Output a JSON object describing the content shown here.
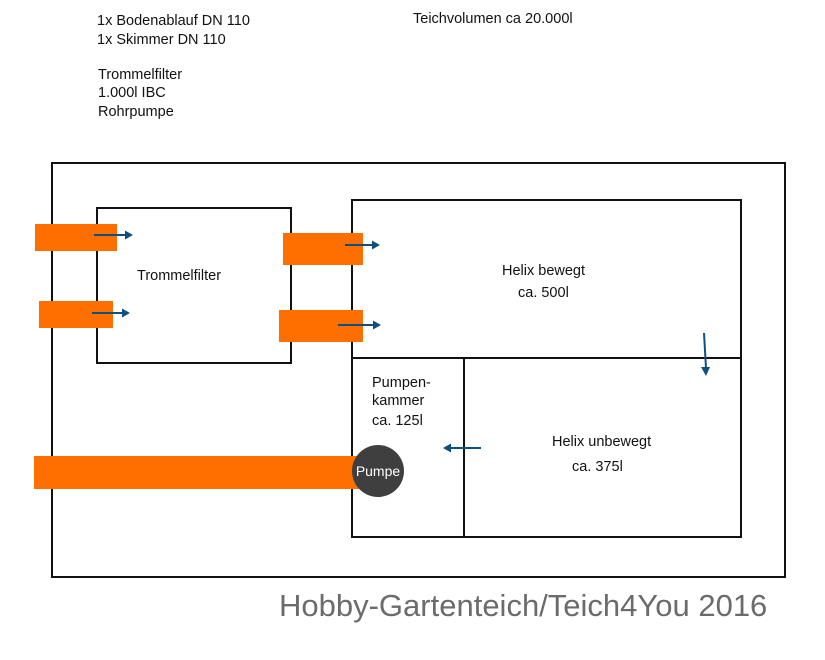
{
  "header": {
    "inlet_line1": "1x Bodenablauf DN 110",
    "inlet_line2": "1x Skimmer DN 110",
    "equip_line1": "Trommelfilter",
    "equip_line2": "1.000l IBC",
    "equip_line3": "Rohrpumpe",
    "volume": "Teichvolumen ca 20.000l"
  },
  "diagram": {
    "drum_filter": "Trommelfilter",
    "helix_moving_name": "Helix bewegt",
    "helix_moving_volume": "ca. 500l",
    "pump_chamber_line1": "Pumpen-",
    "pump_chamber_line2": "kammer",
    "pump_chamber_volume": "ca. 125l",
    "helix_static_name": "Helix unbewegt",
    "helix_static_volume": "ca. 375l",
    "pump": "Pumpe"
  },
  "watermark": "Hobby-Gartenteich/Teich4You 2016",
  "colors": {
    "pipe": "#ff6f00",
    "arrow": "#0f4f80",
    "pump": "#3f3f3f",
    "outline": "#111111"
  }
}
